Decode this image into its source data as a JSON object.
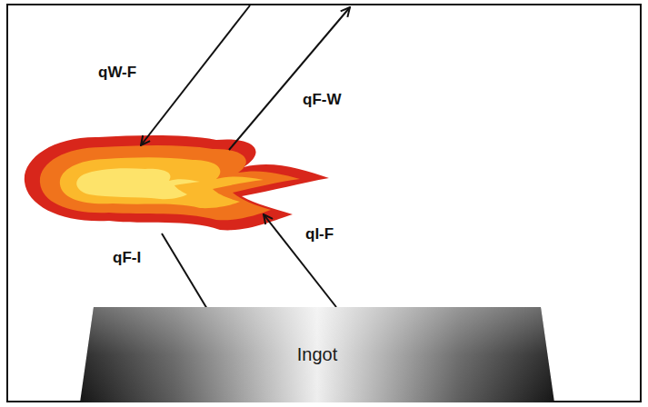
{
  "diagram": {
    "nodes": [
      {
        "text": [
          "Ingot"
        ]
      }
    ],
    "labels": [
      "qW-F",
      "qF-W",
      "qF-I",
      "qI-F"
    ]
  }
}
